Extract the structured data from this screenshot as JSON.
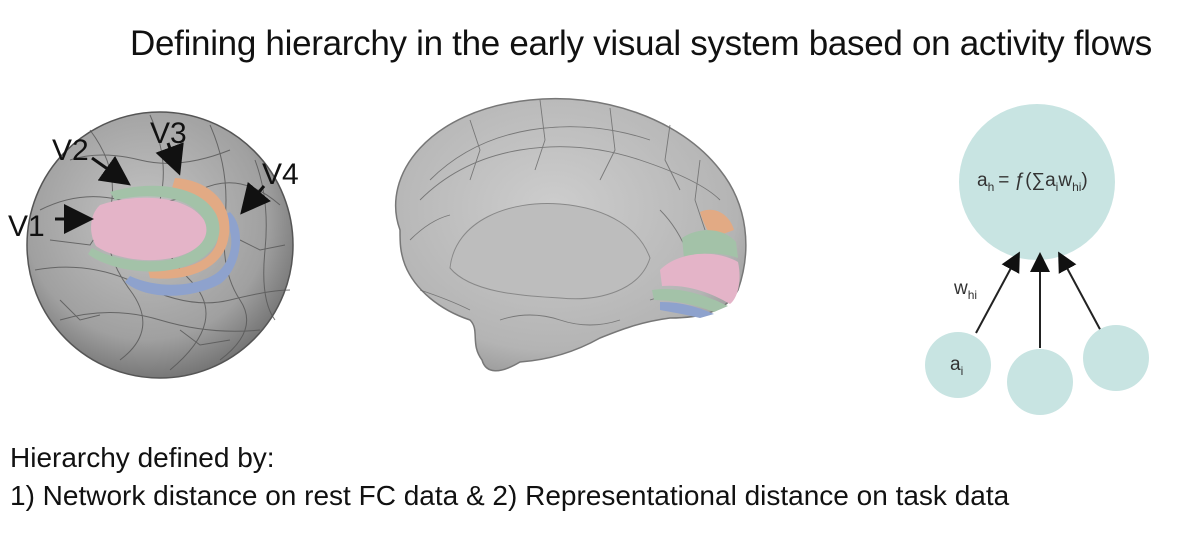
{
  "title": "Defining hierarchy in the early visual system based on activity flows",
  "sphere_labels": {
    "v1": "V1",
    "v2": "V2",
    "v3": "V3",
    "v4": "V4"
  },
  "region_colors": {
    "v1": "#e4b4c8",
    "v2": "#a3c2a8",
    "v3": "#e2aa84",
    "v4": "#8ea2cd"
  },
  "network": {
    "hidden_unit_eq_lhs": "a",
    "hidden_unit_eq_lhs_sub": "h",
    "hidden_unit_eq_rhs": "= ƒ(∑a",
    "hidden_unit_eq_rhs_sub1": "i",
    "hidden_unit_eq_rhs_w": "w",
    "hidden_unit_eq_rhs_sub2": "hi",
    "hidden_unit_eq_close": ")",
    "weight_label": "w",
    "weight_label_sub": "hi",
    "input_label": "a",
    "input_label_sub": "i",
    "node_color": "#c8e4e2"
  },
  "caption": {
    "line1": "Hierarchy defined by:",
    "line2": "1) Network distance on rest FC data & 2) Representational distance on task data"
  }
}
